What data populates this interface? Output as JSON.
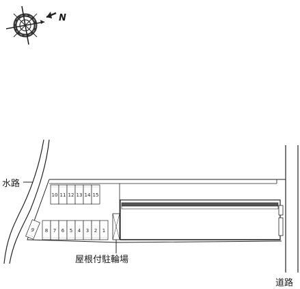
{
  "compass": {
    "north_label": "N"
  },
  "labels": {
    "waterway": "水路",
    "road": "道路",
    "covered_bicycle_parking": "屋根付駐輪場"
  },
  "parking": {
    "upper_row": [
      "10",
      "11",
      "12",
      "13",
      "14",
      "15"
    ],
    "lower_row": [
      "9",
      "8",
      "7",
      "6",
      "5",
      "4",
      "3",
      "2",
      "1"
    ]
  },
  "colors": {
    "line": "#1a1a1a",
    "building_fill": "#ffffff",
    "building_top_edge": "#666666"
  }
}
